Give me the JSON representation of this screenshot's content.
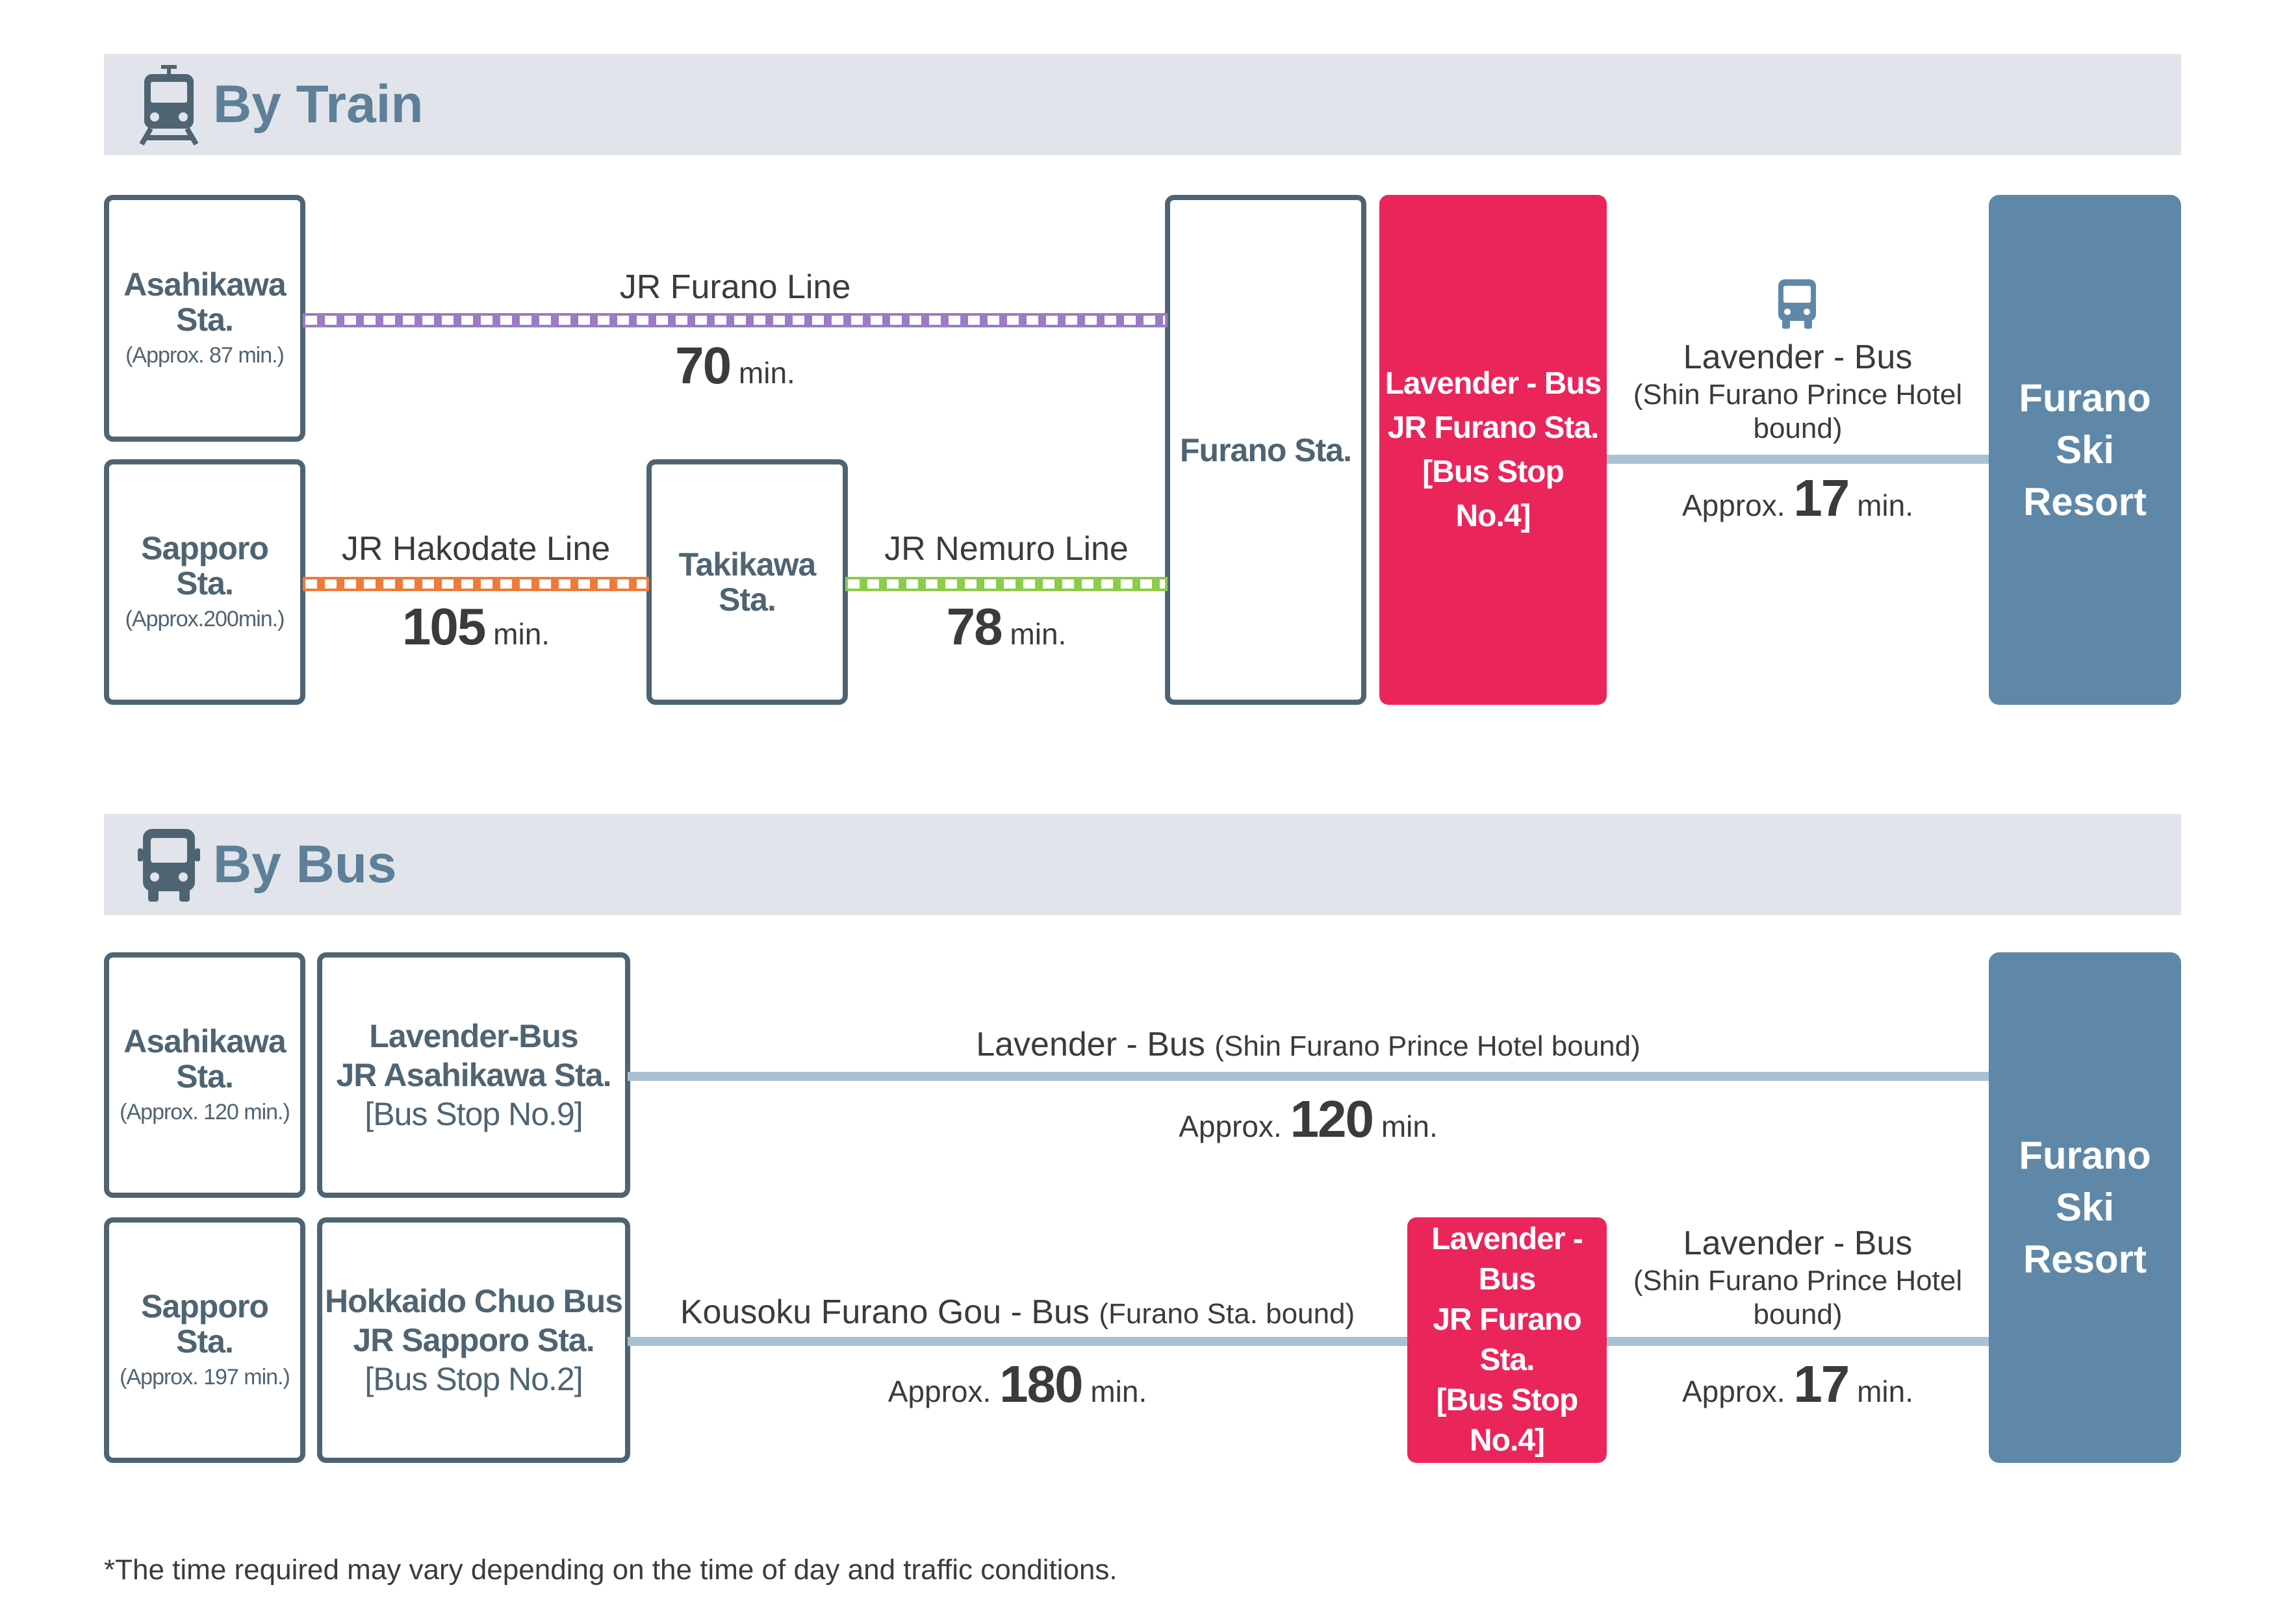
{
  "train": {
    "title": "By Train",
    "asahikawa": {
      "name_line1": "Asahikawa",
      "name_line2": "Sta.",
      "sub": "(Approx. 87 min.)"
    },
    "sapporo": {
      "name": "Sapporo Sta.",
      "sub": "(Approx.200min.)"
    },
    "takikawa": {
      "name": "Takikawa Sta."
    },
    "furano": {
      "name": "Furano Sta."
    },
    "furano_line": {
      "label": "JR Furano Line",
      "time": "70",
      "unit": "min."
    },
    "hakodate_line": {
      "label": "JR Hakodate Line",
      "time": "105",
      "unit": "min."
    },
    "nemuro_line": {
      "label": "JR Nemuro Line",
      "time": "78",
      "unit": "min."
    },
    "bus_stop": {
      "line1": "Lavender - Bus",
      "line2": "JR Furano Sta.",
      "line3": "[Bus Stop",
      "line4": "No.4]"
    },
    "bus_route": {
      "label": "Lavender - Bus",
      "sub_line1": "(Shin Furano Prince Hotel",
      "sub_line2": "bound)",
      "prefix": "Approx.",
      "time": "17",
      "unit": "min."
    },
    "resort": {
      "line1": "Furano",
      "line2": "Ski",
      "line3": "Resort"
    }
  },
  "bus": {
    "title": "By Bus",
    "asahikawa": {
      "name_line1": "Asahikawa",
      "name_line2": "Sta.",
      "sub": "(Approx. 120 min.)"
    },
    "sapporo": {
      "name": "Sapporo Sta.",
      "sub": "(Approx. 197 min.)"
    },
    "asahikawa_stop": {
      "line1": "Lavender-Bus",
      "line2": "JR Asahikawa Sta.",
      "line3": "[Bus Stop No.9]"
    },
    "sapporo_stop": {
      "line1": "Hokkaido Chuo Bus",
      "line2": "JR Sapporo Sta.",
      "line3": "[Bus Stop No.2]"
    },
    "route_top": {
      "label": "Lavender - Bus",
      "sub": "(Shin Furano Prince Hotel bound)",
      "prefix": "Approx.",
      "time": "120",
      "unit": "min."
    },
    "route_kousoku": {
      "label": "Kousoku Furano Gou - Bus",
      "sub": "(Furano Sta. bound)",
      "prefix": "Approx.",
      "time": "180",
      "unit": "min."
    },
    "bus_stop": {
      "line1": "Lavender - Bus",
      "line2": "JR Furano Sta.",
      "line3": "[Bus Stop",
      "line4": "No.4]"
    },
    "route_final": {
      "label": "Lavender - Bus",
      "sub_line1": "(Shin Furano Prince Hotel",
      "sub_line2": "bound)",
      "prefix": "Approx.",
      "time": "17",
      "unit": "min."
    },
    "resort": {
      "line1": "Furano",
      "line2": "Ski",
      "line3": "Resort"
    }
  },
  "footnote": "*The time required may vary depending on the time of day and traffic conditions.",
  "colors": {
    "header_bg": "#e1e5eb",
    "title": "#5e7f98",
    "box_border": "#4f6472",
    "pink": "#ea255a",
    "resort": "#5f88a8",
    "furano_line": "#9b7bc4",
    "hakodate_line": "#ee7b3a",
    "nemuro_line": "#8ccc4a",
    "bus_line": "#a8c2d3"
  },
  "icons": {
    "train": "train-icon",
    "bus": "bus-icon"
  }
}
